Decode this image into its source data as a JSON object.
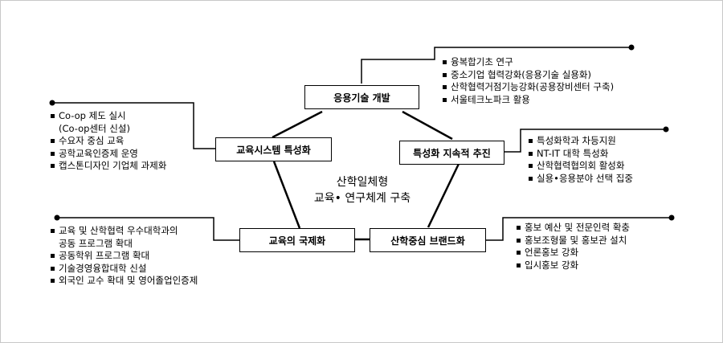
{
  "center": {
    "line1": "산학일체형",
    "line2": "교육• 연구체계 구축"
  },
  "nodes": {
    "applied_tech": "응용기술 개발",
    "edu_system": "교육시스템 특성화",
    "specialization": "특성화 지속적 추진",
    "internationalization": "교육의 국제화",
    "branding": "산학중심 브랜드화"
  },
  "lists": {
    "applied_tech": [
      "융복합기초 연구",
      "중소기업 협력강화(응용기술 실용화)",
      "산학협력거점기능강화(공용장비센터 구축)",
      "서울테크노파크 활용"
    ],
    "edu_system": {
      "item1": "Co-op 제도 실시",
      "item1_cont": "(Co-op센터 신설)",
      "item2": "수요자 중심 교육",
      "item3": "공학교육인증제 운영",
      "item4": "캡스톤디자인 기업체 과제화"
    },
    "specialization": [
      "특성화학과 차등지원",
      "NT-IT 대학 특성화",
      "산학협력협의회 활성화",
      "실용•응용분야 선택 집중"
    ],
    "internationalization": {
      "item1": "교육 및 산학협력 우수대학과의",
      "item1_cont": "공동 프로그램 확대",
      "item2": "공동학위 프로그램 확대",
      "item3": "기술경영융합대학 신설",
      "item4": "외국인 교수 확대 및 영어졸업인증제"
    },
    "branding": [
      "홍보 예산 및 전문인력 확충",
      "홍보조형물 및 홍보관 설치",
      "언론홍보 강화",
      "입시홍보 강화"
    ]
  }
}
